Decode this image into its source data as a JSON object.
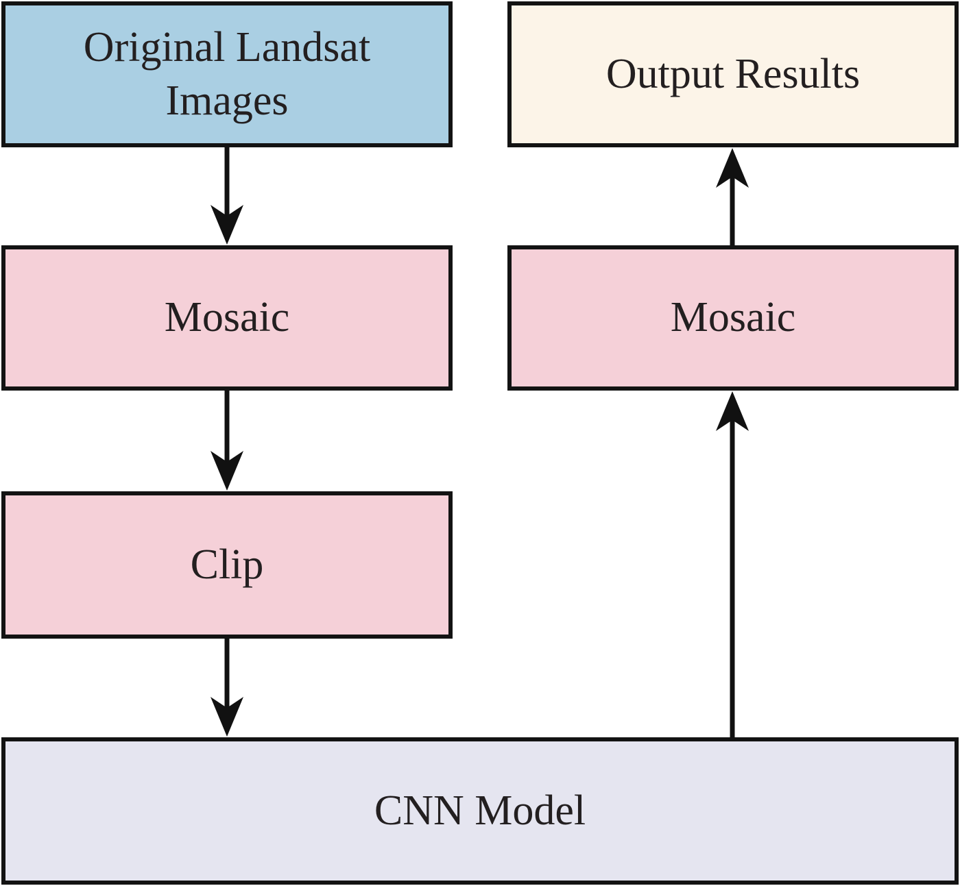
{
  "diagram": {
    "nodes": [
      {
        "id": "original-landsat-images",
        "label": "Original Landsat Images",
        "fill": "#aacfe3"
      },
      {
        "id": "output-results",
        "label": "Output Results",
        "fill": "#fcf4e8"
      },
      {
        "id": "mosaic-left",
        "label": "Mosaic",
        "fill": "#f5d0d8"
      },
      {
        "id": "mosaic-right",
        "label": "Mosaic",
        "fill": "#f5d0d8"
      },
      {
        "id": "clip",
        "label": "Clip",
        "fill": "#f5d0d8"
      },
      {
        "id": "cnn-model",
        "label": "CNN Model",
        "fill": "#e5e5f0"
      }
    ],
    "edges": [
      {
        "from": "original-landsat-images",
        "to": "mosaic-left",
        "direction": "down"
      },
      {
        "from": "mosaic-left",
        "to": "clip",
        "direction": "down"
      },
      {
        "from": "clip",
        "to": "cnn-model",
        "direction": "down"
      },
      {
        "from": "cnn-model",
        "to": "mosaic-right",
        "direction": "up"
      },
      {
        "from": "mosaic-right",
        "to": "output-results",
        "direction": "up"
      }
    ],
    "colors": {
      "node_border": "#131313",
      "text": "#231f20",
      "arrow": "#111111",
      "background": "#ffffff"
    }
  }
}
